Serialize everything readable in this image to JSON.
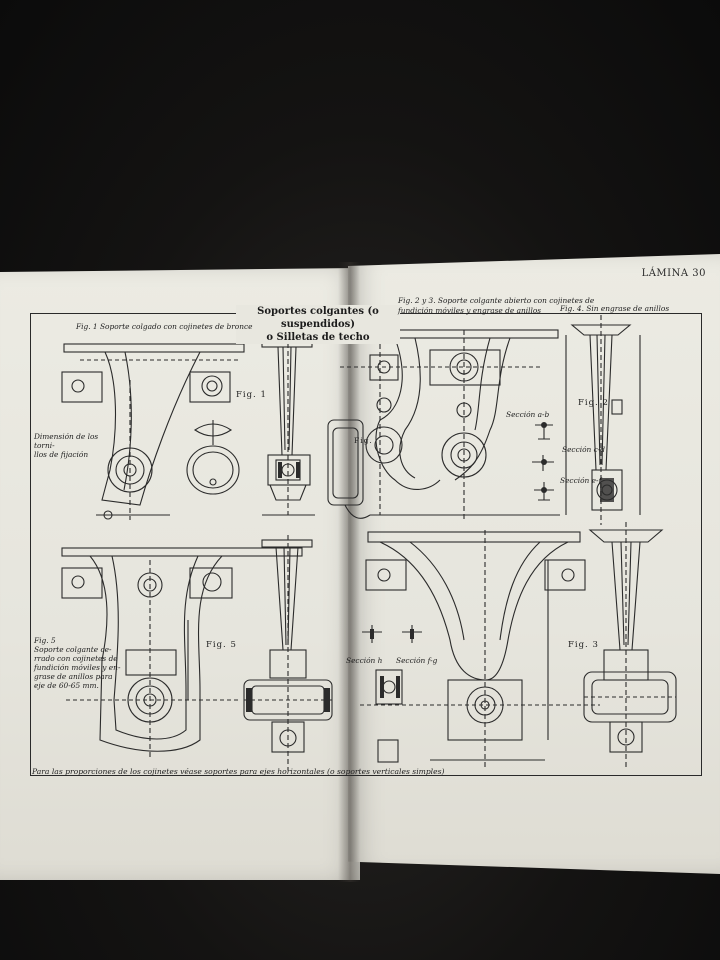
{
  "plate": {
    "lamina": "LÁMINA 30",
    "title_line1": "Soportes colgantes (o suspendidos)",
    "title_line2": "o Silletas de techo"
  },
  "captions": {
    "fig1": "Fig. 1   Soporte colgado con cojinetes de bronce",
    "fig23": "Fig. 2 y 3.  Soporte colgante abierto con cojinetes de",
    "fig23_line2": "fundición móviles y engrase de anillos",
    "fig4": "Fig. 4.  Sin engrase de anillos",
    "fig5": "Fig. 5\nSoporte colgante ce-\nrrado con cojinetes de\nfundición móviles y en-\ngrase de anillos para\neje de 60-65 mm.",
    "dimension": "Dimensión de los torni-\nllos de fijación"
  },
  "figure_labels": {
    "fig1_label": "Fig. 1",
    "fig2_label": "Fig. 2",
    "fig3_label": "Fig. 3",
    "fig5_label": "Fig. 5",
    "fig_side": "Fig."
  },
  "sections": {
    "sec_ab": "Sección a-b",
    "sec_cd": "Sección c-d",
    "sec_ef": "Sección e-f",
    "sec_h": "Sección h",
    "sec_fg": "Sección f-g"
  },
  "footnote": "Para las proporciones de los cojinetes véase soportes para ejes horizontales (o soportes verticales simples)"
}
